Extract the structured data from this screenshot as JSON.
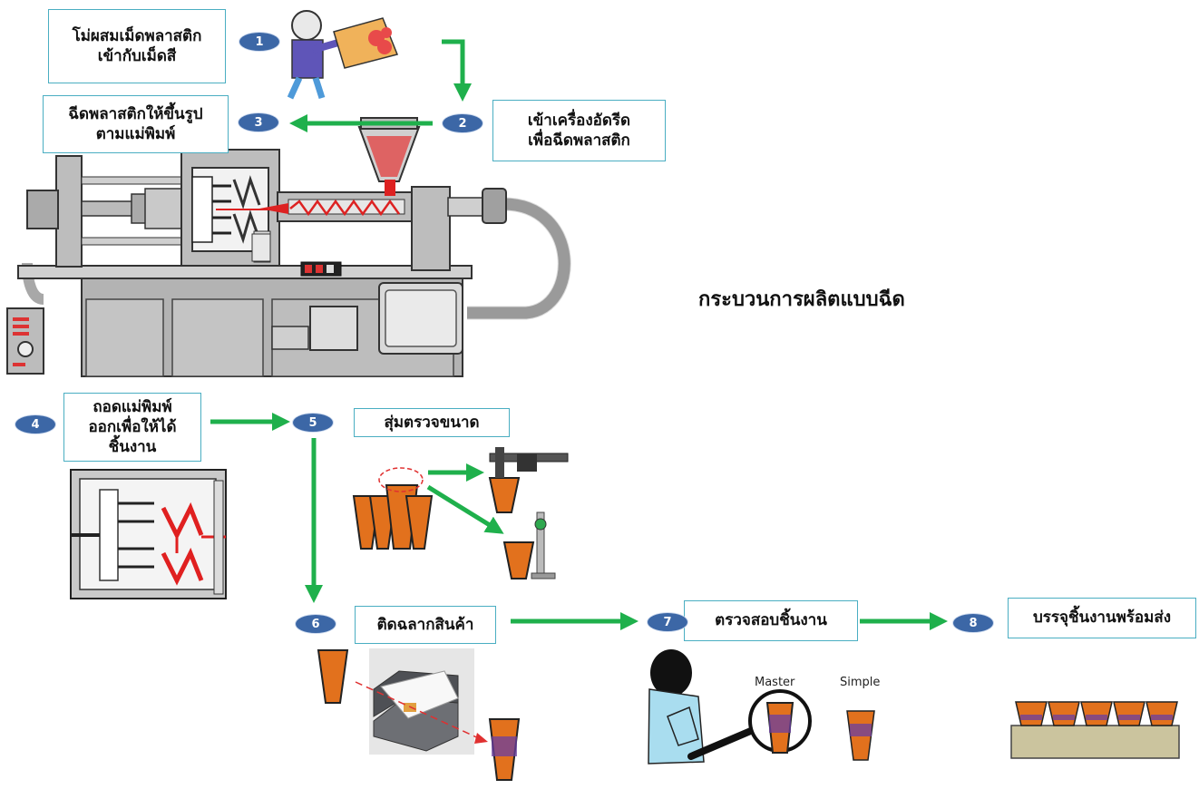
{
  "title": "กระบวนการผลิตแบบฉีด",
  "steps": [
    {
      "num": "1",
      "text": "โม่ผสมเม็ดพลาสติก\nเข้ากับเม็ดสี"
    },
    {
      "num": "2",
      "text": "เข้าเครื่องอัดรีด\nเพื่อฉีดพลาสติก"
    },
    {
      "num": "3",
      "text": "ฉีดพลาสติกให้ขึ้นรูป\nตามแม่พิมพ์"
    },
    {
      "num": "4",
      "text": "ถอดแม่พิมพ์\nออกเพื่อให้ได้\nชิ้นงาน"
    },
    {
      "num": "5",
      "text": "สุ่มตรวจขนาด"
    },
    {
      "num": "6",
      "text": "ติดฉลากสินค้า"
    },
    {
      "num": "7",
      "text": "ตรวจสอบชิ้นงาน"
    },
    {
      "num": "8",
      "text": "บรรจุชิ้นงานพร้อมส่ง"
    }
  ],
  "labels": {
    "master": "Master",
    "sample": "Simple"
  },
  "colors": {
    "arrow": "#1fb04c",
    "badge": "#3c67a6",
    "box_border": "#4aaec2",
    "cup": "#e2711d",
    "stripe": "#6a3fa0"
  }
}
